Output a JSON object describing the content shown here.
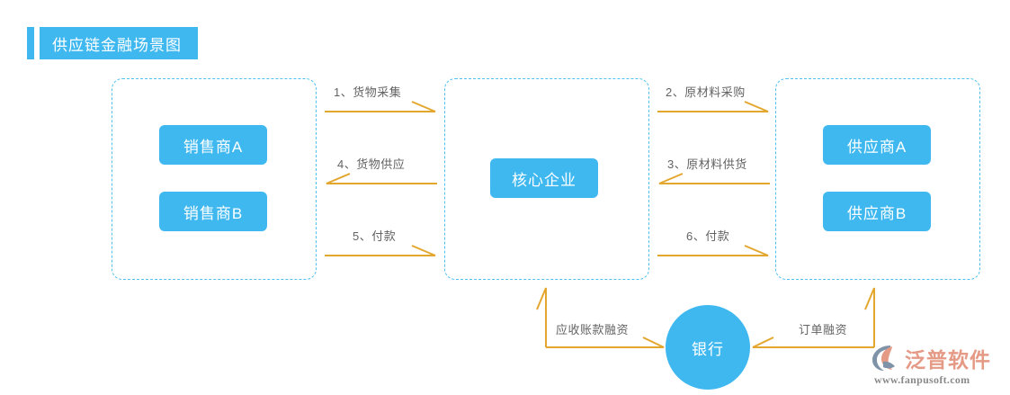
{
  "page": {
    "title": "供应链金融场景图",
    "accent_color": "#3FB8F0",
    "arrow_color": "#E3A72F",
    "dash_border_color": "#4FC0F0",
    "label_color": "#636363"
  },
  "groups": {
    "sellers": {
      "name": "sellers-group"
    },
    "core": {
      "name": "core-group"
    },
    "suppliers": {
      "name": "suppliers-group"
    }
  },
  "nodes": {
    "seller_a": "销售商A",
    "seller_b": "销售商B",
    "core": "核心企业",
    "supplier_a": "供应商A",
    "supplier_b": "供应商B",
    "bank": "银行"
  },
  "flows": [
    {
      "id": "1",
      "label": "1、货物采集",
      "from": "sellers",
      "to": "core",
      "direction": "right"
    },
    {
      "id": "4",
      "label": "4、货物供应",
      "from": "core",
      "to": "sellers",
      "direction": "left"
    },
    {
      "id": "5",
      "label": "5、付款",
      "from": "sellers",
      "to": "core",
      "direction": "right"
    },
    {
      "id": "2",
      "label": "2、原材料采购",
      "from": "core",
      "to": "suppliers",
      "direction": "right"
    },
    {
      "id": "3",
      "label": "3、原材料供货",
      "from": "suppliers",
      "to": "core",
      "direction": "left"
    },
    {
      "id": "6",
      "label": "6、付款",
      "from": "core",
      "to": "suppliers",
      "direction": "right"
    }
  ],
  "financing": {
    "accounts_receivable": "应收账款融资",
    "order_financing": "订单融资"
  },
  "logo": {
    "brand": "泛普软件",
    "url": "www.fanpusoft.com",
    "brand_color": "#E59A86",
    "mark_color": "#7E93A8",
    "mark_accent": "#E59A86"
  }
}
